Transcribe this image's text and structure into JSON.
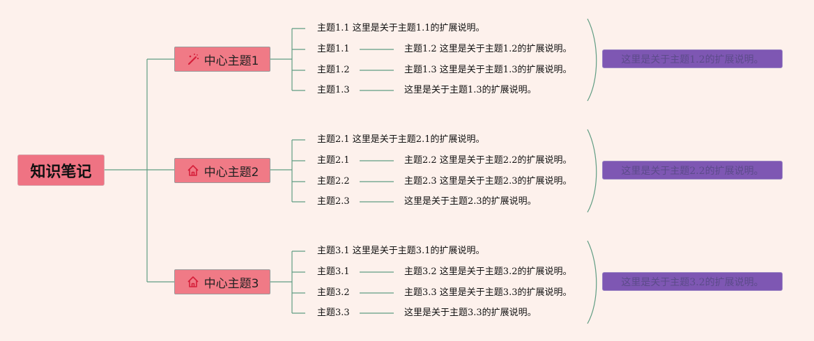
{
  "root": {
    "label": "知识笔记"
  },
  "colors": {
    "line": "#5f9c82",
    "root_bg": "#ef7383",
    "topic_bg": "#f07a86",
    "summary_bg": "#7e57b3",
    "background": "#fdf1ec"
  },
  "topics": [
    {
      "label": "中心主题1",
      "icon": "magic-wand-icon",
      "first_item": "主题1.1 这里是关于主题1.1的扩展说明。",
      "subs": [
        {
          "label": "主题1.1",
          "note": "主题1.2 这里是关于主题1.2的扩展说明。"
        },
        {
          "label": "主题1.2",
          "note": "主题1.3 这里是关于主题1.3的扩展说明。"
        },
        {
          "label": "主题1.3",
          "note": "这里是关于主题1.3的扩展说明。"
        }
      ],
      "summary": "这里是关于主题1.2的扩展说明。"
    },
    {
      "label": "中心主题2",
      "icon": "home-icon",
      "first_item": "主题2.1 这里是关于主题2.1的扩展说明。",
      "subs": [
        {
          "label": "主题2.1",
          "note": "主题2.2 这里是关于主题2.2的扩展说明。"
        },
        {
          "label": "主题2.2",
          "note": "主题2.3 这里是关于主题2.3的扩展说明。"
        },
        {
          "label": "主题2.3",
          "note": "这里是关于主题2.3的扩展说明。"
        }
      ],
      "summary": "这里是关于主题2.2的扩展说明。"
    },
    {
      "label": "中心主题3",
      "icon": "home-icon",
      "first_item": "主题3.1 这里是关于主题3.1的扩展说明。",
      "subs": [
        {
          "label": "主题3.1",
          "note": "主题3.2 这里是关于主题3.2的扩展说明。"
        },
        {
          "label": "主题3.2",
          "note": "主题3.3 这里是关于主题3.3的扩展说明。"
        },
        {
          "label": "主题3.3",
          "note": "这里是关于主题3.3的扩展说明。"
        }
      ],
      "summary": "这里是关于主题3.2的扩展说明。"
    }
  ]
}
